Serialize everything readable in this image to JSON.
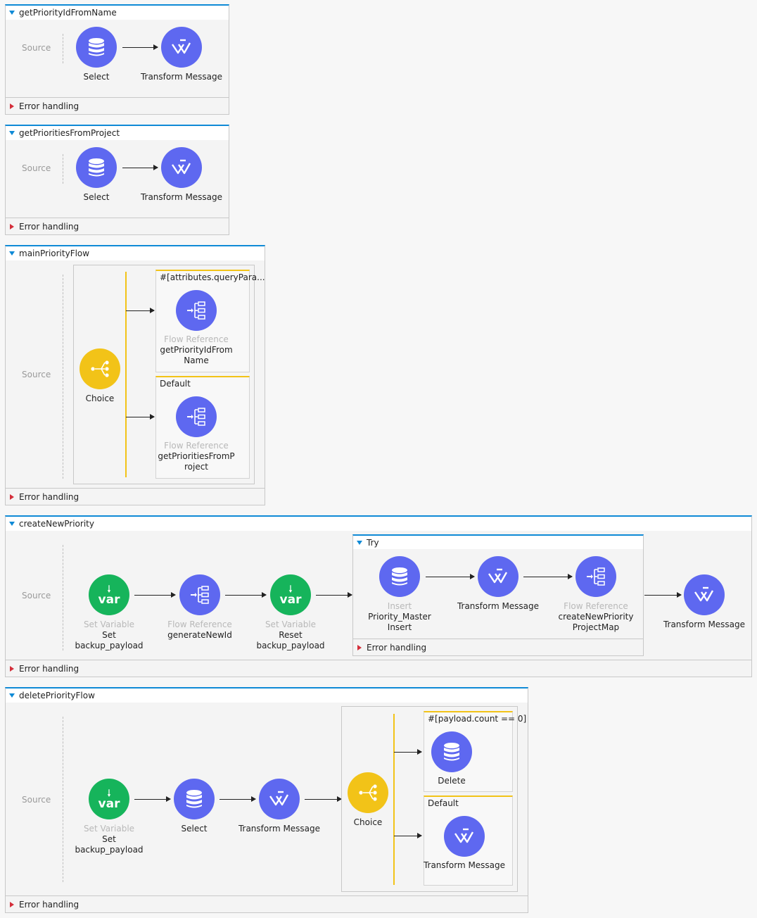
{
  "common": {
    "source_label": "Source",
    "error_handling_label": "Error handling"
  },
  "flows": [
    {
      "name": "getPriorityIdFromName",
      "components": [
        {
          "icon": "database-icon",
          "label": "Select"
        },
        {
          "icon": "transform-icon",
          "label": "Transform Message"
        }
      ]
    },
    {
      "name": "getPrioritiesFromProject",
      "components": [
        {
          "icon": "database-icon",
          "label": "Select"
        },
        {
          "icon": "transform-icon",
          "label": "Transform Message"
        }
      ]
    },
    {
      "name": "mainPriorityFlow",
      "choice_label": "Choice",
      "routes": [
        {
          "condition": "#[attributes.queryPara...",
          "type": "Flow Reference",
          "label": "getPriorityIdFrom Name"
        },
        {
          "condition": "Default",
          "type": "Flow Reference",
          "label": "getPrioritiesFromP roject"
        }
      ]
    },
    {
      "name": "createNewPriority",
      "components": [
        {
          "icon": "var-icon",
          "type": "Set Variable",
          "label": "Set backup_payload"
        },
        {
          "icon": "flow-reference-icon",
          "type": "Flow Reference",
          "label": "generateNewId"
        },
        {
          "icon": "var-icon",
          "type": "Set Variable",
          "label": "Reset backup_payload"
        }
      ],
      "try": {
        "title": "Try",
        "components": [
          {
            "icon": "database-icon",
            "type": "Insert",
            "label": "Priority_Master Insert"
          },
          {
            "icon": "transform-icon",
            "label": "Transform Message"
          },
          {
            "icon": "flow-reference-icon",
            "type": "Flow Reference",
            "label": "createNewPriority ProjectMap"
          }
        ],
        "error_handling_label": "Error handling"
      },
      "final": {
        "icon": "transform-icon",
        "label": "Transform Message"
      }
    },
    {
      "name": "deletePriorityFlow",
      "components": [
        {
          "icon": "var-icon",
          "type": "Set Variable",
          "label": "Set backup_payload"
        },
        {
          "icon": "database-icon",
          "label": "Select"
        },
        {
          "icon": "transform-icon",
          "label": "Transform Message"
        }
      ],
      "choice_label": "Choice",
      "routes": [
        {
          "condition": "#[payload.count == 0]",
          "label": "Delete"
        },
        {
          "condition": "Default",
          "label": "Transform Message"
        }
      ]
    }
  ]
}
